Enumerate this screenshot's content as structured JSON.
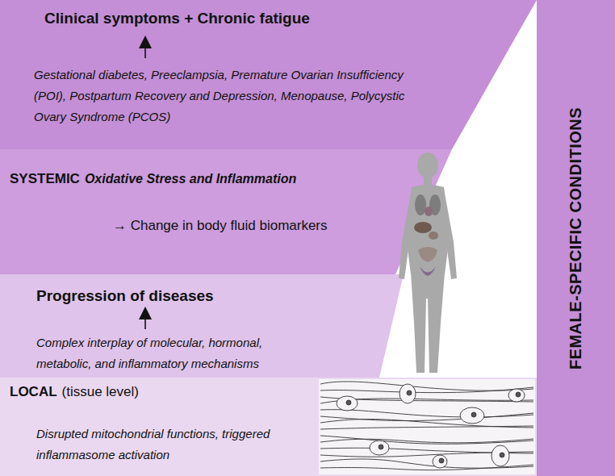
{
  "diagram": {
    "nodes": [
      {
        "text": [
          "Clinical symptoms + Chronic fatigue",
          "Gestational diabetes, Preeclampsia, Premature Ovarian Insufficiency (POI), Postpartum Recovery and Depression, Menopause, Polycystic Ovary Syndrome (PCOS)"
        ]
      },
      {
        "text": [
          "SYSTEMIC",
          "Oxidative Stress and Inflammation",
          "→ Change in body fluid biomarkers"
        ]
      },
      {
        "text": [
          "Progression of diseases",
          "Complex interplay of molecular, hormonal, metabolic, and inflammatory mechanisms"
        ]
      },
      {
        "text": [
          "LOCAL",
          "(tissue level)",
          "Disrupted mitochondrial functions, triggered inflammasome activation"
        ]
      },
      {
        "text": [
          "FEMALE-SPECIFIC CONDITIONS"
        ]
      }
    ]
  }
}
